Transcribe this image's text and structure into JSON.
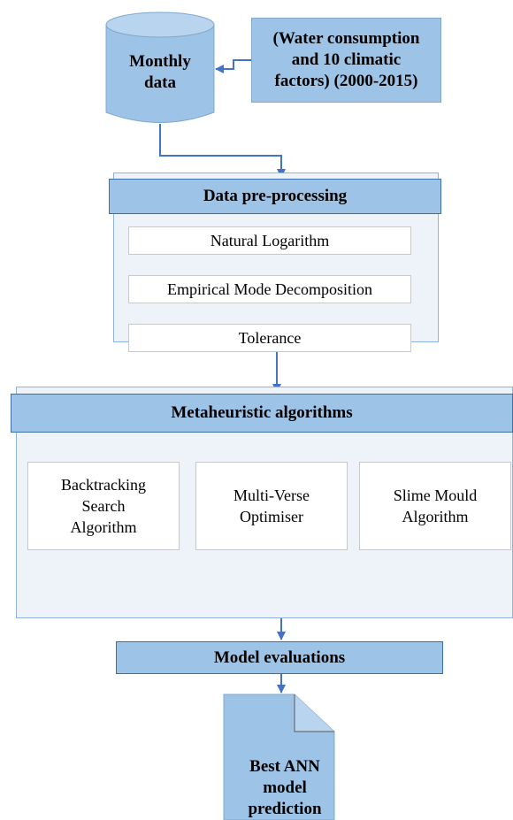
{
  "input": {
    "database_label": "Monthly\ndata",
    "source_label": "(Water consumption\nand 10 climatic\nfactors) (2000-2015)"
  },
  "preprocessing": {
    "title": "Data pre-processing",
    "steps": [
      "Natural Logarithm",
      "Empirical Mode Decomposition",
      "Tolerance"
    ]
  },
  "metaheuristics": {
    "title": "Metaheuristic algorithms",
    "algorithms": [
      "Backtracking\nSearch\nAlgorithm",
      "Multi-Verse\nOptimiser",
      "Slime Mould\nAlgorithm"
    ]
  },
  "evaluation": {
    "title": "Model evaluations"
  },
  "output": {
    "label": "Best ANN\nmodel\nprediction"
  },
  "colors": {
    "box_fill": "#9dc3e6",
    "panel_fill": "#eef3fa",
    "arrow": "#4472c4",
    "border_dark": "#3d6ea8"
  }
}
